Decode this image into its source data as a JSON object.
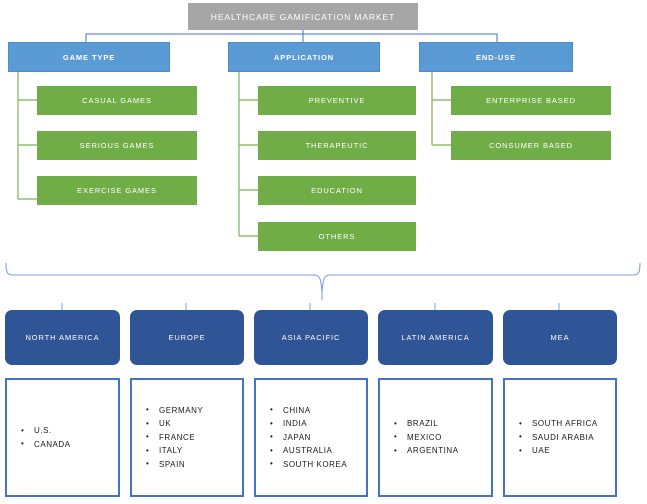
{
  "diagram": {
    "title": "HEALTHCARE GAMIFICATION MARKET",
    "colors": {
      "title_fill": "#a6a6a6",
      "category_fill": "#5b9bd5",
      "leaf_fill": "#70ad47",
      "region_fill": "#2f5597",
      "country_border": "#4472c4",
      "connector_blue": "#4472c4",
      "connector_green": "#70ad47",
      "text_light": "#ffffff",
      "text_dark": "#1a1a1a"
    },
    "segments": [
      {
        "label": "GAME TYPE",
        "items": [
          {
            "label": "CASUAL GAMES"
          },
          {
            "label": "SERIOUS GAMES"
          },
          {
            "label": "EXERCISE GAMES"
          }
        ]
      },
      {
        "label": "APPLICATION",
        "items": [
          {
            "label": "PREVENTIVE"
          },
          {
            "label": "THERAPEUTIC"
          },
          {
            "label": "EDUCATION"
          },
          {
            "label": "OTHERS"
          }
        ]
      },
      {
        "label": "END-USE",
        "items": [
          {
            "label": "ENTERPRISE BASED"
          },
          {
            "label": "CONSUMER BASED"
          }
        ]
      }
    ],
    "regions": [
      {
        "label": "NORTH AMERICA",
        "countries": [
          "U.S.",
          "CANADA"
        ]
      },
      {
        "label": "EUROPE",
        "countries": [
          "GERMANY",
          "UK",
          "FRANCE",
          "ITALY",
          "SPAIN"
        ]
      },
      {
        "label": "ASIA PACIFIC",
        "countries": [
          "CHINA",
          "INDIA",
          "JAPAN",
          "AUSTRALIA",
          "SOUTH KOREA"
        ]
      },
      {
        "label": "LATIN AMERICA",
        "countries": [
          "BRAZIL",
          "MEXICO",
          "ARGENTINA"
        ]
      },
      {
        "label": "MEA",
        "countries": [
          "SOUTH AFRICA",
          "SAUDI ARABIA",
          "UAE"
        ]
      }
    ]
  }
}
